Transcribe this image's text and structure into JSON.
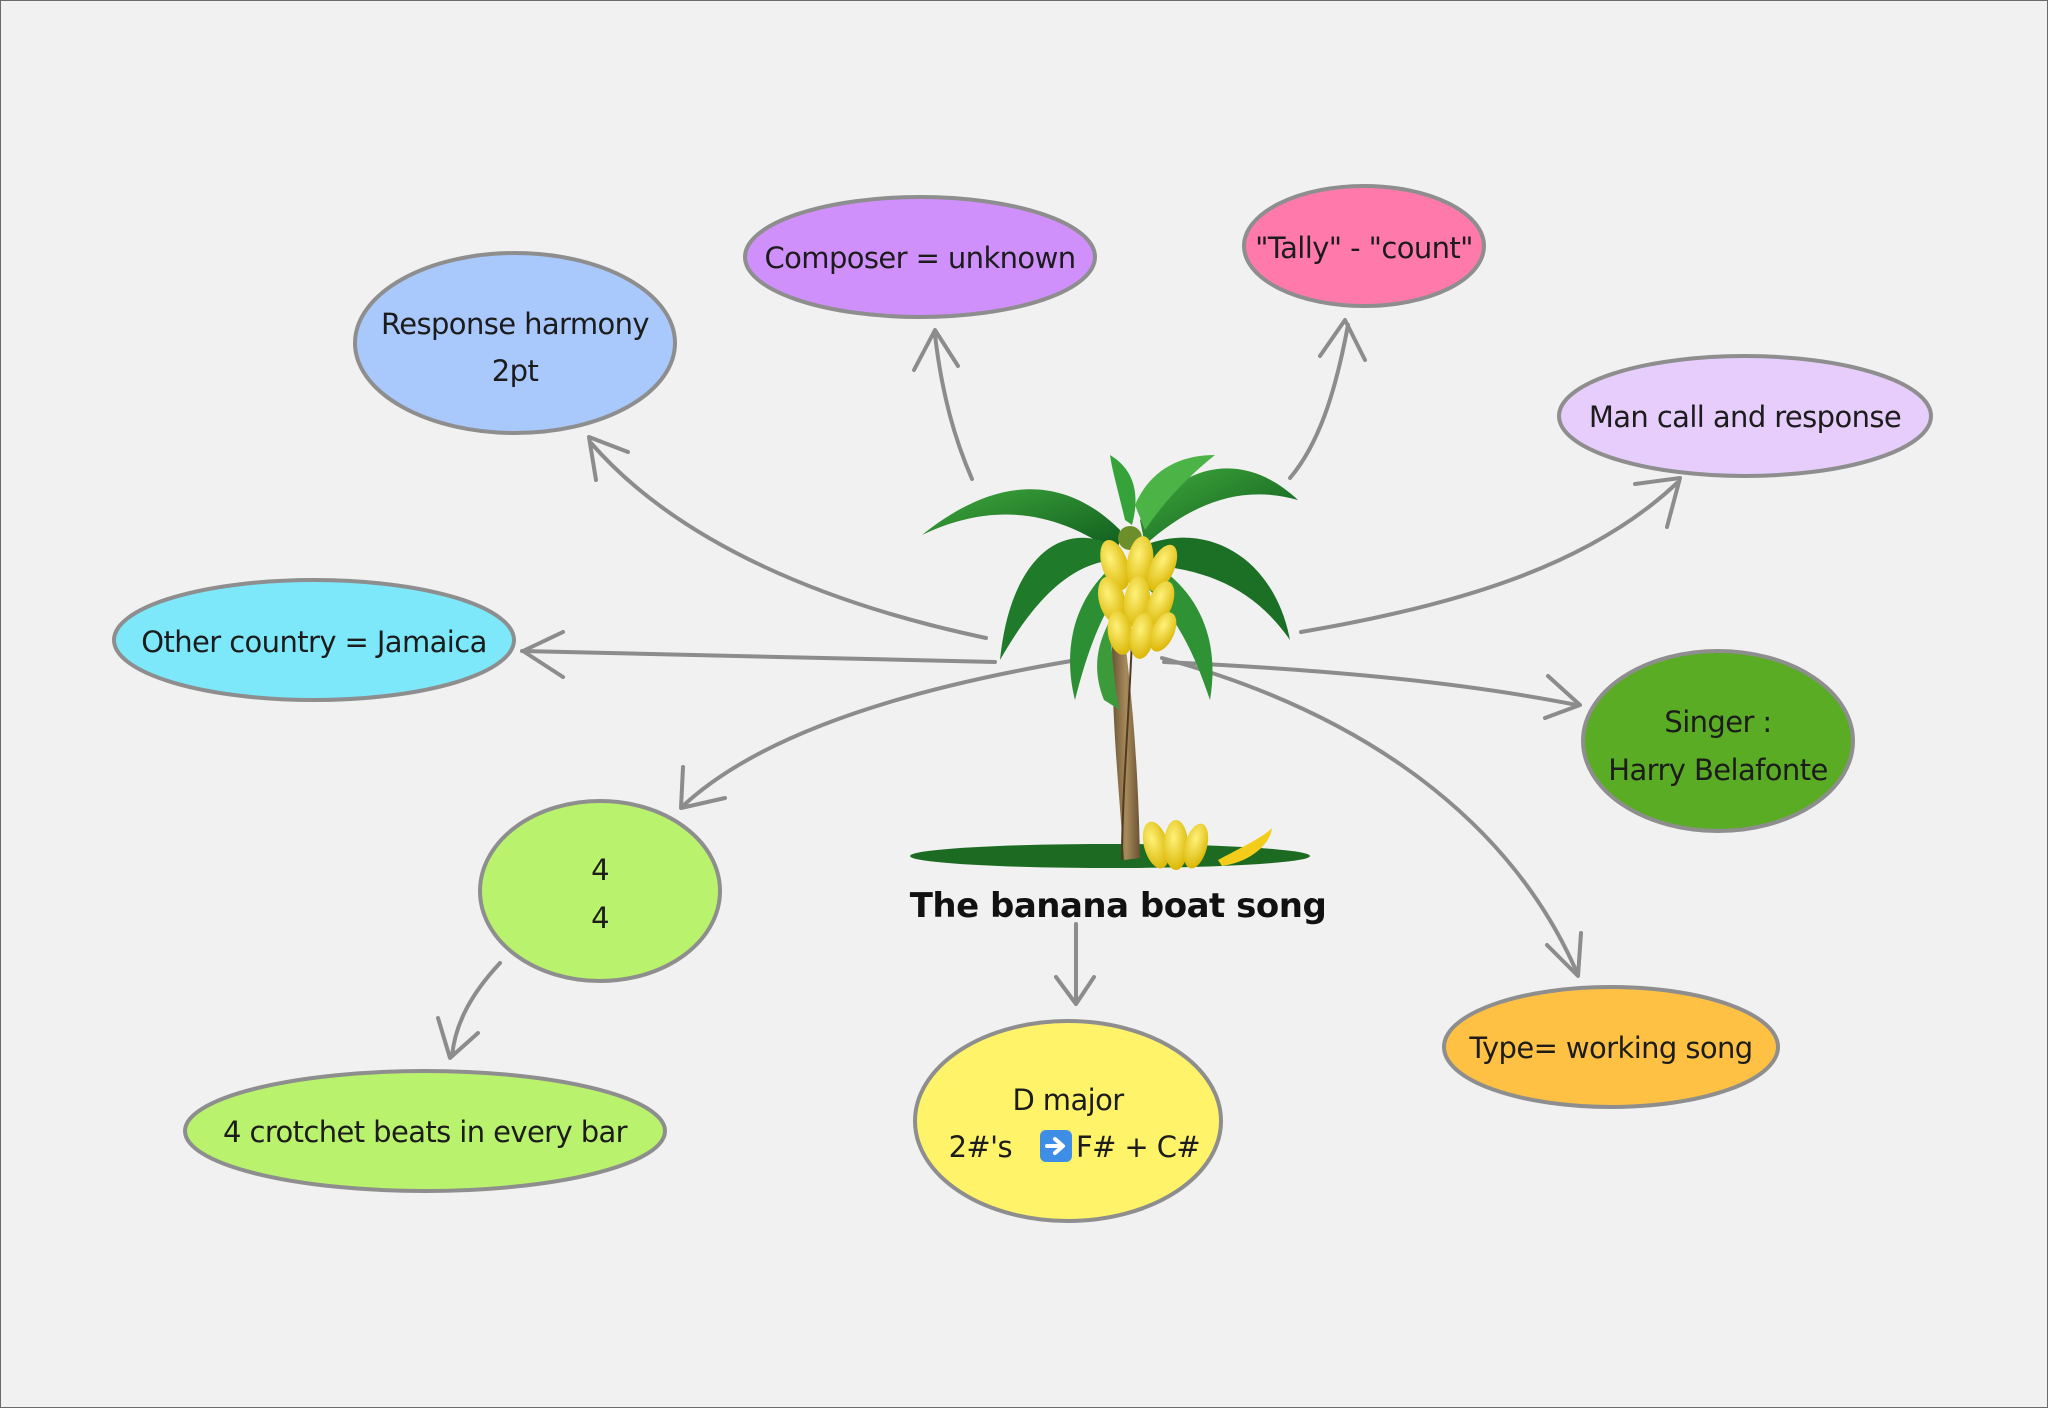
{
  "title": "The banana boat song",
  "nodes": {
    "composer": {
      "label": "Composer = unknown",
      "color": "#cf90fb"
    },
    "tally": {
      "label": "\"Tally\" - \"count\"",
      "color": "#ff7aab"
    },
    "response": {
      "line1": "Response harmony",
      "line2": "2pt",
      "color": "#a9c8fc"
    },
    "man_call": {
      "label": "Man call and response",
      "color": "#e6cdfb"
    },
    "country": {
      "label": "Other country = Jamaica",
      "color": "#7ee8fb"
    },
    "singer": {
      "line1": "Singer :",
      "line2": "Harry Belafonte",
      "color": "#5bac25"
    },
    "time_sig": {
      "top": "4",
      "bottom": "4",
      "color": "#b9f26c"
    },
    "beats": {
      "label": "4 crotchet beats in every bar",
      "color": "#b9f26c"
    },
    "key": {
      "line1": "D major",
      "line2_text": "2#'s",
      "line2_notes": "F# + C#",
      "arrow_icon": "right-arrow-emoji-icon",
      "color": "#fff36a"
    },
    "type": {
      "label": "Type= working song",
      "color": "#ffc144"
    }
  },
  "central_image": "banana-tree-icon",
  "connector_color": "#8c8c8c",
  "background_color": "#f1f1f1"
}
